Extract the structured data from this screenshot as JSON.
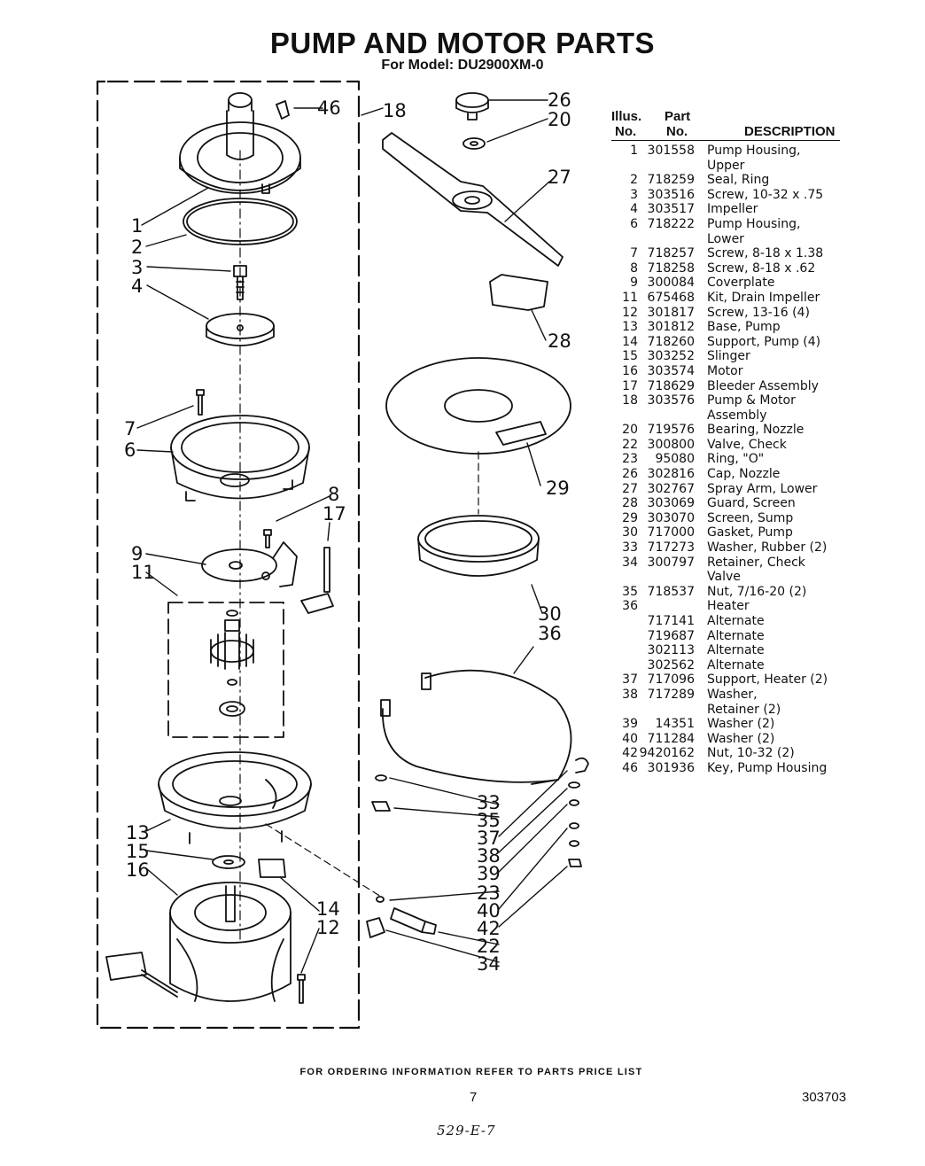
{
  "title": "PUMP AND MOTOR PARTS",
  "subtitle": "For Model: DU2900XM-0",
  "table_headers": {
    "illus_line1": "Illus.",
    "illus_line2": "No.",
    "part_line1": "Part",
    "part_line2": "No.",
    "description": "DESCRIPTION"
  },
  "parts": [
    {
      "illus": "1",
      "part": "301558",
      "desc": "Pump Housing,"
    },
    {
      "illus": "",
      "part": "",
      "desc": "Upper"
    },
    {
      "illus": "2",
      "part": "718259",
      "desc": "Seal, Ring"
    },
    {
      "illus": "3",
      "part": "303516",
      "desc": "Screw, 10-32 x .75"
    },
    {
      "illus": "4",
      "part": "303517",
      "desc": "Impeller"
    },
    {
      "illus": "6",
      "part": "718222",
      "desc": "Pump Housing,"
    },
    {
      "illus": "",
      "part": "",
      "desc": "Lower"
    },
    {
      "illus": "7",
      "part": "718257",
      "desc": "Screw, 8-18 x 1.38"
    },
    {
      "illus": "8",
      "part": "718258",
      "desc": "Screw, 8-18 x .62"
    },
    {
      "illus": "9",
      "part": "300084",
      "desc": "Coverplate"
    },
    {
      "illus": "11",
      "part": "675468",
      "desc": "Kit, Drain Impeller"
    },
    {
      "illus": "12",
      "part": "301817",
      "desc": "Screw, 13-16 (4)"
    },
    {
      "illus": "13",
      "part": "301812",
      "desc": "Base, Pump"
    },
    {
      "illus": "14",
      "part": "718260",
      "desc": "Support, Pump (4)"
    },
    {
      "illus": "15",
      "part": "303252",
      "desc": "Slinger"
    },
    {
      "illus": "16",
      "part": "303574",
      "desc": "Motor"
    },
    {
      "illus": "17",
      "part": "718629",
      "desc": "Bleeder Assembly"
    },
    {
      "illus": "18",
      "part": "303576",
      "desc": "Pump & Motor"
    },
    {
      "illus": "",
      "part": "",
      "desc": "Assembly"
    },
    {
      "illus": "20",
      "part": "719576",
      "desc": "Bearing, Nozzle"
    },
    {
      "illus": "22",
      "part": "300800",
      "desc": "Valve, Check"
    },
    {
      "illus": "23",
      "part": "95080",
      "desc": "Ring, \"O\""
    },
    {
      "illus": "26",
      "part": "302816",
      "desc": "Cap, Nozzle"
    },
    {
      "illus": "27",
      "part": "302767",
      "desc": "Spray Arm, Lower"
    },
    {
      "illus": "28",
      "part": "303069",
      "desc": "Guard, Screen"
    },
    {
      "illus": "29",
      "part": "303070",
      "desc": "Screen, Sump"
    },
    {
      "illus": "30",
      "part": "717000",
      "desc": "Gasket, Pump"
    },
    {
      "illus": "33",
      "part": "717273",
      "desc": "Washer, Rubber (2)"
    },
    {
      "illus": "34",
      "part": "300797",
      "desc": "Retainer, Check"
    },
    {
      "illus": "",
      "part": "",
      "desc": "Valve"
    },
    {
      "illus": "35",
      "part": "718537",
      "desc": "Nut, 7/16-20 (2)"
    },
    {
      "illus": "36",
      "part": "",
      "desc": "Heater"
    },
    {
      "illus": "",
      "part": "717141",
      "desc": "Alternate"
    },
    {
      "illus": "",
      "part": "719687",
      "desc": "Alternate"
    },
    {
      "illus": "",
      "part": "302113",
      "desc": "Alternate"
    },
    {
      "illus": "",
      "part": "302562",
      "desc": "Alternate"
    },
    {
      "illus": "37",
      "part": "717096",
      "desc": "Support, Heater (2)"
    },
    {
      "illus": "38",
      "part": "717289",
      "desc": "Washer,"
    },
    {
      "illus": "",
      "part": "",
      "desc": "Retainer (2)"
    },
    {
      "illus": "39",
      "part": "14351",
      "desc": "Washer (2)"
    },
    {
      "illus": "40",
      "part": "711284",
      "desc": "Washer (2)"
    },
    {
      "illus": "42",
      "part": "9420162",
      "desc": "Nut, 10-32 (2)"
    },
    {
      "illus": "46",
      "part": "301936",
      "desc": "Key, Pump Housing"
    }
  ],
  "callouts": {
    "c1": "1",
    "c2": "2",
    "c3": "3",
    "c4": "4",
    "c6": "6",
    "c7": "7",
    "c8": "8",
    "c9": "9",
    "c11": "11",
    "c12": "12",
    "c13": "13",
    "c14": "14",
    "c15": "15",
    "c16": "16",
    "c17": "17",
    "c18": "18",
    "c20": "20",
    "c22": "22",
    "c23": "23",
    "c26": "26",
    "c27": "27",
    "c28": "28",
    "c29": "29",
    "c30": "30",
    "c33": "33",
    "c34": "34",
    "c35": "35",
    "c36": "36",
    "c37": "37",
    "c38": "38",
    "c39": "39",
    "c40": "40",
    "c42": "42",
    "c46": "46"
  },
  "footer": "FOR ORDERING INFORMATION REFER TO PARTS PRICE LIST",
  "page_number": "7",
  "document_number": "303703",
  "handwritten_note": "529-E-7"
}
